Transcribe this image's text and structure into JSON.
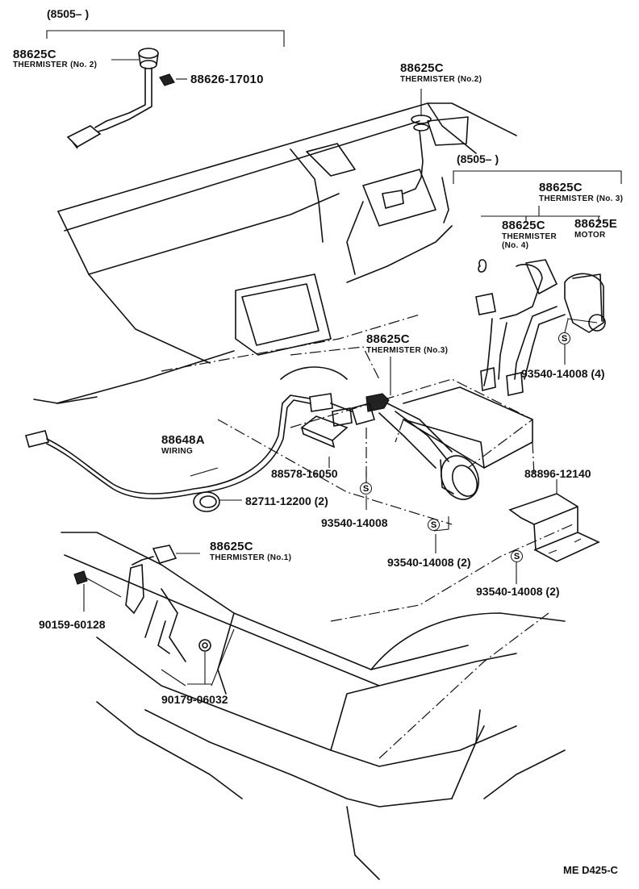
{
  "labels": {
    "serial_top_left": "(8505–        )",
    "serial_right": "(8505–        )",
    "thermister2_left_pn": "88625C",
    "thermister2_left_desc": "THERMISTER (No. 2)",
    "cap_pn": "88626-17010",
    "thermister2_top_pn": "88625C",
    "thermister2_top_desc": "THERMISTER (No.2)",
    "thermister3_right_pn": "88625C",
    "thermister3_right_desc": "THERMISTER (No. 3)",
    "thermister4_pn": "88625C",
    "thermister4_desc_line1": "THERMISTER",
    "thermister4_desc_line2": "(No. 4)",
    "motor_pn": "88625E",
    "motor_desc": "MOTOR",
    "screw_right_pn": "93540-14008 (4)",
    "thermister3_mid_pn": "88625C",
    "thermister3_mid_desc": "THERMISTER (No.3)",
    "wiring_pn": "88648A",
    "wiring_desc": "WIRING",
    "pad_pn": "88578-16050",
    "clamp_pn": "82711-12200 (2)",
    "screw_mid_pn": "93540-14008",
    "bracket_pn": "88896-12140",
    "thermister1_pn": "88625C",
    "thermister1_desc": "THERMISTER (No.1)",
    "screw_low_pn": "93540-14008 (2)",
    "screw_bracket_pn": "93540-14008 (2)",
    "bolt_pn": "90159-60128",
    "nut_pn": "90179-06032",
    "s_symbol": "S",
    "drawing_code": "ME D425-C"
  }
}
